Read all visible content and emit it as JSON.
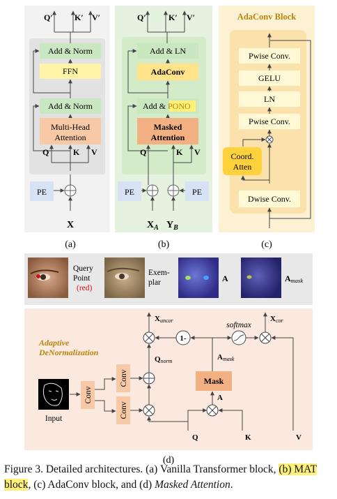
{
  "panel_a": {
    "out_q": "Q′",
    "out_k": "K′",
    "out_v": "V′",
    "add_norm_top": "Add & Norm",
    "ffn": "FFN",
    "add_norm_bottom": "Add & Norm",
    "mha_line1": "Multi-Head",
    "mha_line2": "Attention",
    "in_q": "Q",
    "in_k": "K",
    "in_v": "V",
    "pe": "PE",
    "input_x": "X",
    "label": "(a)"
  },
  "panel_b": {
    "out_q": "Q′",
    "out_k": "K′",
    "out_v": "V′",
    "add_ln": "Add & LN",
    "adaconv": "AdaConv",
    "add_pono_prefix": "Add & ",
    "add_pono_hl": "PONO",
    "masked_line1": "Masked",
    "masked_line2": "Attention",
    "in_q": "Q",
    "in_k": "K",
    "in_v": "V",
    "pe_left": "PE",
    "pe_right": "PE",
    "input_x": "X",
    "input_x_sub": "A",
    "input_y": "Y",
    "input_y_sub": "B",
    "label": "(b)"
  },
  "panel_c": {
    "title": "AdaConv Block",
    "pwise_top": "Pwise Conv.",
    "gelu": "GELU",
    "ln": "LN",
    "pwise_bottom": "Pwise Conv.",
    "coord_line1": "Coord.",
    "coord_line2": "Atten",
    "dwise": "Dwise Conv.",
    "label": "(c)"
  },
  "panel_d_top": {
    "query_line1": "Query",
    "query_line2": "Point",
    "query_red": "(red)",
    "exemplar_line1": "Exem-",
    "exemplar_line2": "plar",
    "a_label": "A",
    "amask_label": "A",
    "amask_sub": "mask"
  },
  "panel_d_bottom": {
    "title_line1": "Adaptive",
    "title_line2": "DeNormalization",
    "input": "Input",
    "conv_main": "Conv",
    "conv_upper": "Conv",
    "conv_lower": "Conv",
    "x_uncor": "X",
    "x_uncor_sub": "uncor",
    "q_norm": "Q",
    "q_norm_sub": "norm",
    "one_minus": "1-",
    "softmax": "softmax",
    "x_cor": "X",
    "x_cor_sub": "cor",
    "a_mask": "A",
    "a_mask_sub": "mask",
    "mask": "Mask",
    "a": "A",
    "q": "Q",
    "k": "K",
    "v": "V",
    "label": "(d)"
  },
  "caption": {
    "prefix": "Figure 3.  Detailed architectures.  (a) Vanilla Transformer block,",
    "hl": "(b) MAT block",
    "middle": ", (c) AdaConv block, and (d) ",
    "italic": "Masked Attention",
    "end": "."
  },
  "colors": {
    "green_box": "#c9e7c0",
    "yellow_box": "#fff3a6",
    "orange_box": "#f8c9a6",
    "orange_dark": "#f2b083",
    "blue_box": "#d8e2f5",
    "panel_a_bg": "#f2f2f2",
    "panel_b_bg": "#e6f2e0",
    "panel_c_bg": "#fdf1d4",
    "panel_d_top_bg": "#e8e8e8",
    "panel_d_bg": "#fbe9e0",
    "title_orange": "#b8860b",
    "red": "#d11010"
  }
}
